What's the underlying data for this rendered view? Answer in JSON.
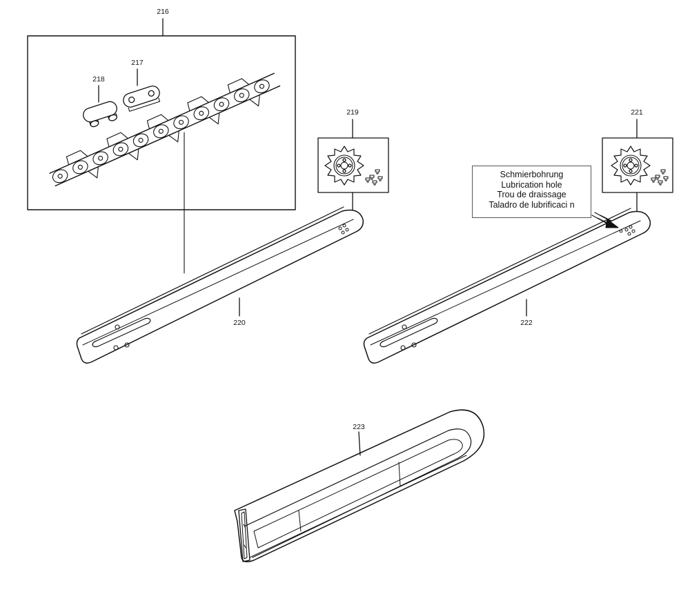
{
  "callouts": {
    "chain_assembly": "216",
    "link_a": "217",
    "link_b": "218",
    "sprocket_nose_1": "219",
    "bar_1": "220",
    "sprocket_nose_2": "221",
    "bar_2": "222",
    "bar_cover": "223"
  },
  "lubrication_note": {
    "line_de": "Schmierbohrung",
    "line_en": "Lubrication hole",
    "line_fr": "Trou de draissage",
    "line_es": "Taladro de lubrificaci  n"
  }
}
